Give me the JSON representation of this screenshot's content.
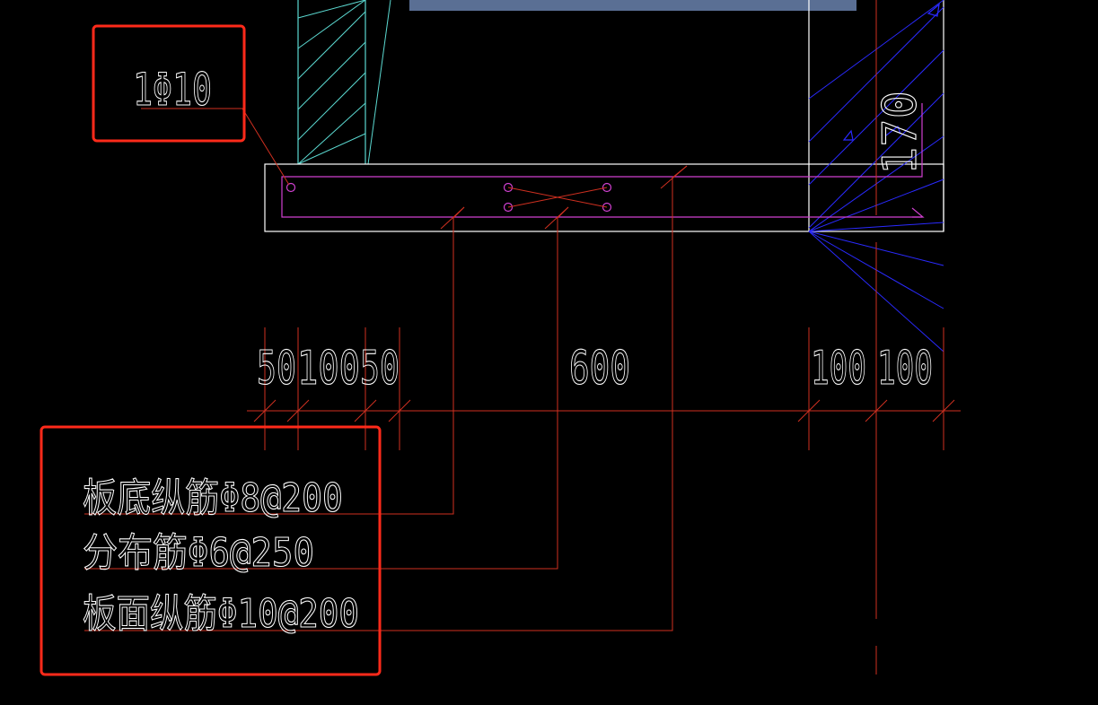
{
  "colors": {
    "background": "#000000",
    "concrete_outline": "#ffffff",
    "wall_hatch": "#5bd8d0",
    "rebar": "#d040d0",
    "leader": "#d03020",
    "dimension": "#d03020",
    "hatch_blue": "#2a2aff",
    "highlight_box": "#ff2a1a",
    "top_bar": "#5a6f94"
  },
  "callout_top": {
    "bar_label": "1Φ10"
  },
  "dimensions": [
    "50",
    "100",
    "50",
    "600",
    "100",
    "100"
  ],
  "wall_dimension": "170",
  "notes": [
    {
      "text": "板底纵筋Φ8@200"
    },
    {
      "text": "分布筋Φ6@250"
    },
    {
      "text": "板面纵筋Φ10@200"
    }
  ]
}
